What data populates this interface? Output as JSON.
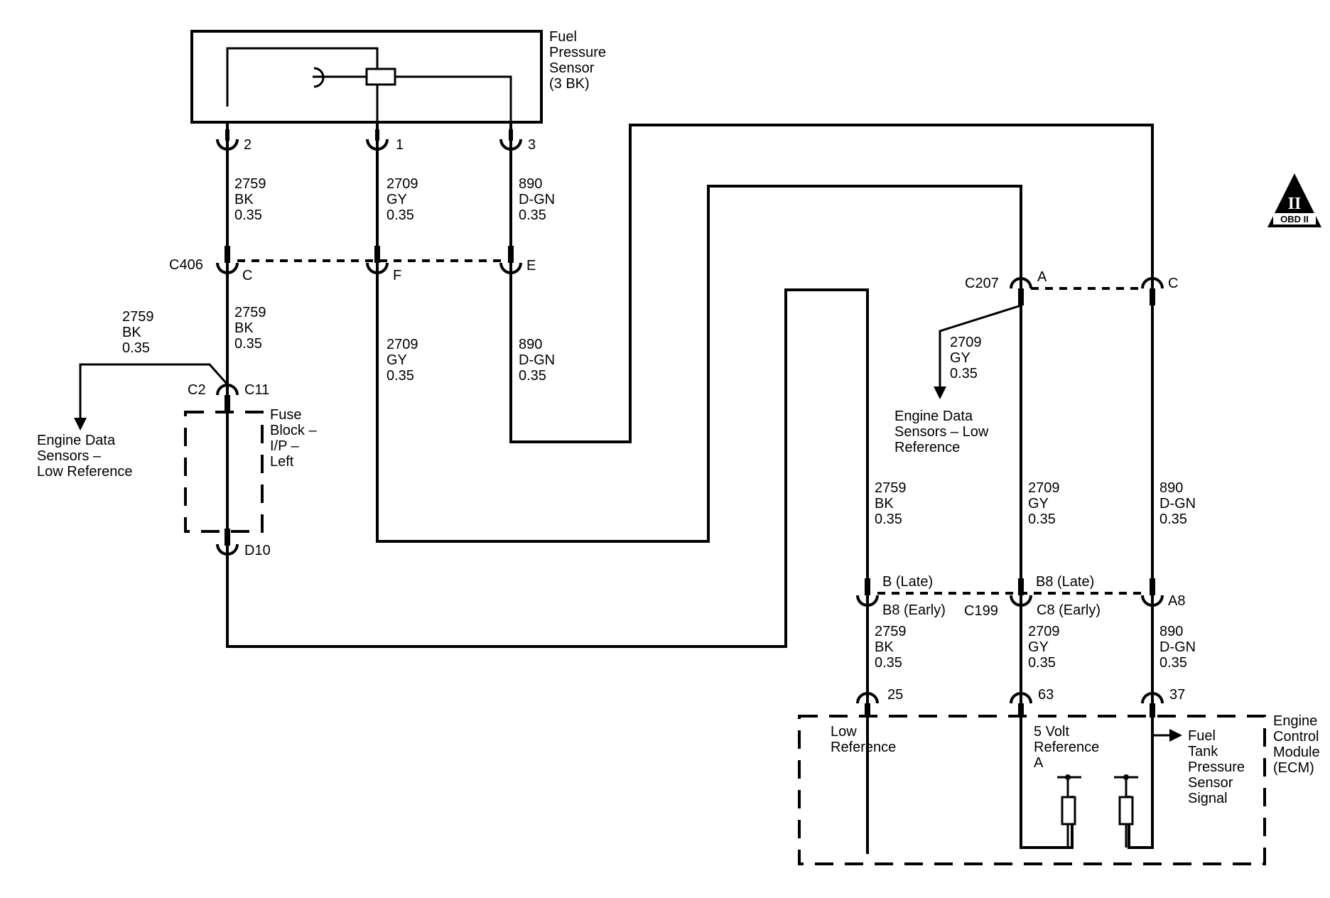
{
  "sensor": {
    "lines": [
      "Fuel",
      "Pressure",
      "Sensor",
      "(3 BK)"
    ]
  },
  "sensor_pins": {
    "p2": "2",
    "p1": "1",
    "p3": "3"
  },
  "wires": {
    "bk": {
      "circuit": "2759",
      "color": "BK",
      "size": "0.35"
    },
    "gy": {
      "circuit": "2709",
      "color": "GY",
      "size": "0.35"
    },
    "dgn": {
      "circuit": "890",
      "color": "D-GN",
      "size": "0.35"
    }
  },
  "connectors": {
    "c406": {
      "name": "C406",
      "pins": [
        "C",
        "F",
        "E"
      ]
    },
    "fuse": {
      "c2": "C2",
      "c11": "C11",
      "d10": "D10",
      "lines": [
        "Fuse",
        "Block –",
        "I/P –",
        "Left"
      ]
    },
    "c207": {
      "name": "C207",
      "pins": [
        "A",
        "C"
      ]
    },
    "c199": {
      "name": "C199",
      "late": [
        "B (Late)",
        "B8 (Late)",
        "A8"
      ],
      "early": [
        "B8 (Early)",
        "C8 (Early)"
      ]
    }
  },
  "refs": {
    "left": [
      "Engine Data",
      "Sensors –",
      "Low Reference"
    ],
    "right": [
      "Engine Data",
      "Sensors – Low",
      "Reference"
    ]
  },
  "ecm": {
    "pins": [
      "25",
      "63",
      "37"
    ],
    "low_ref": [
      "Low",
      "Reference"
    ],
    "five_volt": [
      "5 Volt",
      "Reference",
      "A"
    ],
    "signal": [
      "Fuel",
      "Tank",
      "Pressure",
      "Sensor",
      "Signal"
    ],
    "title": [
      "Engine",
      "Control",
      "Module",
      "(ECM)"
    ]
  },
  "badge": {
    "numeral": "II",
    "label": "OBD II"
  }
}
